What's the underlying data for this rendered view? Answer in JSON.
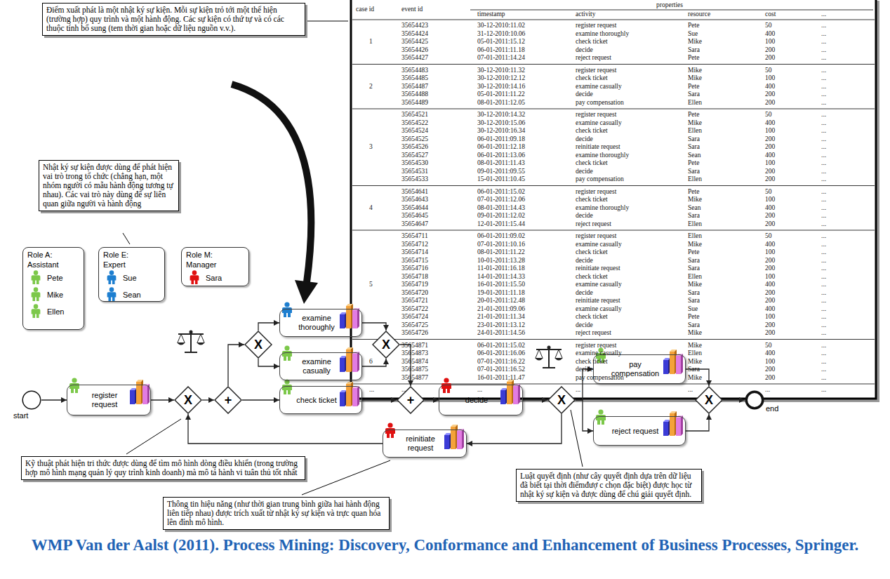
{
  "diagram": {
    "caption": "WMP Van der Aalst (2011). Process Mining: Discovery, Conformance and Enhancement of Business Processes, Springer.",
    "nodes": [
      {
        "text": [
          "Điểm xuất phát là một nhật ký sự kiện. Mỗi sự kiện trỏ tới một thể hiện (trường hợp) quy trình và một hành động. Các sự kiện có thứ tự và có các thuộc tính bổ sung (tem thời gian hoặc dữ liệu nguồn v.v.)."
        ]
      },
      {
        "text": [
          "Nhật ký sự kiện được dùng để phát hiện vai trò trong tổ chức (chẳng hạn, một nhóm người có mẫu hành động tương tự nhau). Các vai trò này dùng để sự liên quan giữa người và hành động"
        ]
      },
      {
        "text": [
          "Role A: Assistant",
          "Pete",
          "Mike",
          "Ellen"
        ]
      },
      {
        "text": [
          "Role E: Expert",
          "Sue",
          "Sean"
        ]
      },
      {
        "text": [
          "Role M: Manager",
          "Sara"
        ]
      },
      {
        "text": [
          "start"
        ]
      },
      {
        "text": [
          "register request"
        ]
      },
      {
        "text": [
          "X"
        ]
      },
      {
        "text": [
          "+"
        ]
      },
      {
        "text": [
          "X"
        ]
      },
      {
        "text": [
          "examine thoroughly"
        ]
      },
      {
        "text": [
          "examine casually"
        ]
      },
      {
        "text": [
          "check ticket"
        ]
      },
      {
        "text": [
          "X"
        ]
      },
      {
        "text": [
          "+"
        ]
      },
      {
        "text": [
          "decide"
        ]
      },
      {
        "text": [
          "reinitiate request"
        ]
      },
      {
        "text": [
          "X"
        ]
      },
      {
        "text": [
          "pay compensation"
        ]
      },
      {
        "text": [
          "reject request"
        ]
      },
      {
        "text": [
          "X"
        ]
      },
      {
        "text": [
          "end"
        ]
      },
      {
        "text": [
          "Kỹ thuật phát hiện tri thức được dùng để tìm mô hình dòng điều khiển (trong trường hợp mô hình mạng quản lý quy trình kinh doanh) mà mô tả hành vi tuân thủ tốt nhất"
        ]
      },
      {
        "text": [
          "Thông tin hiệu năng (như thời gian trung bình giữa hai hành động liên tiếp nhau) được trích xuất từ nhật ký sự kiện và trực quan hóa lên đỉnh mô hình."
        ]
      },
      {
        "text": [
          "Luật quyết định (như cây quyết định dựa trên dữ liệu đã biết tại thời điểmđượ c chọn đặc biệt) được học từ nhật ký sự kiện và được dùng để chú giải quyết định."
        ]
      }
    ],
    "edges": [
      {
        "from": 5,
        "to": 6,
        "arrow": "to"
      },
      {
        "from": 6,
        "to": 7,
        "arrow": "to"
      },
      {
        "from": 7,
        "to": 8,
        "arrow": "to"
      },
      {
        "from": 8,
        "to": 9,
        "arrow": "to"
      },
      {
        "from": 9,
        "to": 10,
        "arrow": "to"
      },
      {
        "from": 9,
        "to": 11,
        "arrow": "to"
      },
      {
        "from": 8,
        "to": 12,
        "arrow": "to"
      },
      {
        "from": 10,
        "to": 13,
        "arrow": "to"
      },
      {
        "from": 11,
        "to": 13,
        "arrow": "to"
      },
      {
        "from": 13,
        "to": 14,
        "arrow": "to"
      },
      {
        "from": 12,
        "to": 14,
        "arrow": "to"
      },
      {
        "from": 14,
        "to": 15,
        "arrow": "to"
      },
      {
        "from": 15,
        "to": 17,
        "arrow": "to"
      },
      {
        "from": 17,
        "to": 18,
        "arrow": "to"
      },
      {
        "from": 17,
        "to": 19,
        "arrow": "to"
      },
      {
        "from": 17,
        "to": 16,
        "arrow": "to"
      },
      {
        "from": 16,
        "to": 7,
        "arrow": "to"
      },
      {
        "from": 18,
        "to": 20,
        "arrow": "to"
      },
      {
        "from": 19,
        "to": 20,
        "arrow": "to"
      },
      {
        "from": 20,
        "to": 21,
        "arrow": "to"
      }
    ],
    "labels": [
      "case id",
      "event id",
      "properties",
      "timestamp",
      "activity",
      "resource",
      "cost",
      "...",
      "1",
      "35654423",
      "30-12-2010:11.02",
      "register request",
      "Pete",
      "50",
      "...",
      "35654424",
      "31-12-2010:10.06",
      "examine thoroughly",
      "Sue",
      "400",
      "...",
      "35654425",
      "05-01-2011:15.12",
      "check ticket",
      "Mike",
      "100",
      "...",
      "35654426",
      "06-01-2011:11.18",
      "decide",
      "Sara",
      "200",
      "...",
      "35654427",
      "07-01-2011:14.24",
      "reject request",
      "Pete",
      "200",
      "...",
      "2",
      "35654483",
      "30-12-2010:11.32",
      "register request",
      "Mike",
      "50",
      "...",
      "35654485",
      "30-12-2010:12.12",
      "check ticket",
      "Mike",
      "100",
      "...",
      "35654487",
      "30-12-2010:14.16",
      "examine casually",
      "Pete",
      "400",
      "...",
      "35654488",
      "05-01-2011:11.22",
      "decide",
      "Sara",
      "200",
      "...",
      "35654489",
      "08-01-2011:12.05",
      "pay compensation",
      "Ellen",
      "200",
      "...",
      "3",
      "35654521",
      "30-12-2010:14.32",
      "register request",
      "Pete",
      "50",
      "...",
      "35654522",
      "30-12-2010:15.06",
      "examine casually",
      "Mike",
      "400",
      "...",
      "35654524",
      "30-12-2010:16.34",
      "check ticket",
      "Ellen",
      "100",
      "...",
      "35654525",
      "06-01-2011:09.18",
      "decide",
      "Sara",
      "200",
      "...",
      "35654526",
      "06-01-2011:12.18",
      "reinitiate request",
      "Sara",
      "200",
      "...",
      "35654527",
      "06-01-2011:13.06",
      "examine thoroughly",
      "Sean",
      "400",
      "...",
      "35654530",
      "08-01-2011:11.43",
      "check ticket",
      "Pete",
      "100",
      "...",
      "35654531",
      "09-01-2011:09.55",
      "decide",
      "Sara",
      "200",
      "...",
      "35654533",
      "15-01-2011:10.45",
      "pay compensation",
      "Ellen",
      "200",
      "...",
      "4",
      "35654641",
      "06-01-2011:15.02",
      "register request",
      "Pete",
      "50",
      "...",
      "35654643",
      "07-01-2011:12.06",
      "check ticket",
      "Mike",
      "100",
      "...",
      "35654644",
      "08-01-2011:14.43",
      "examine thoroughly",
      "Sean",
      "400",
      "...",
      "35654645",
      "09-01-2011:12.02",
      "decide",
      "Sara",
      "200",
      "...",
      "35654647",
      "12-01-2011:15.44",
      "reject request",
      "Ellen",
      "200",
      "...",
      "5",
      "35654711",
      "06-01-2011:09.02",
      "register request",
      "Ellen",
      "50",
      "...",
      "35654712",
      "07-01-2011:10.16",
      "examine casually",
      "Mike",
      "400",
      "...",
      "35654714",
      "08-01-2011:11.22",
      "check ticket",
      "Pete",
      "100",
      "...",
      "35654715",
      "10-01-2011:13.28",
      "decide",
      "Sara",
      "200",
      "...",
      "35654716",
      "11-01-2011:16.18",
      "reinitiate request",
      "Sara",
      "200",
      "...",
      "35654718",
      "14-01-2011:14.33",
      "check ticket",
      "Ellen",
      "100",
      "...",
      "35654719",
      "16-01-2011:15.50",
      "examine casually",
      "Mike",
      "400",
      "...",
      "35654720",
      "19-01-2011:11.18",
      "decide",
      "Sara",
      "200",
      "...",
      "35654721",
      "20-01-2011:12.48",
      "reinitiate request",
      "Sara",
      "200",
      "...",
      "35654722",
      "21-01-2011:09.06",
      "examine casually",
      "Sue",
      "400",
      "...",
      "35654724",
      "21-01-2011:11.34",
      "check ticket",
      "Pete",
      "100",
      "...",
      "35654725",
      "23-01-2011:13.12",
      "decide",
      "Sara",
      "200",
      "...",
      "35654726",
      "24-01-2011:14.56",
      "reject request",
      "Mike",
      "200",
      "...",
      "6",
      "35654871",
      "06-01-2011:15.02",
      "register request",
      "Mike",
      "50",
      "...",
      "35654873",
      "06-01-2011:16.06",
      "examine casually",
      "Ellen",
      "400",
      "...",
      "35654874",
      "07-01-2011:16.22",
      "check ticket",
      "Mike",
      "100",
      "...",
      "35654875",
      "07-01-2011:16.52",
      "decide",
      "Sara",
      "200",
      "...",
      "35654877",
      "16-01-2011:11.47",
      "pay compensation",
      "Mike",
      "200",
      "...",
      "...",
      "...",
      "...",
      "...",
      "...",
      "...",
      "..."
    ]
  }
}
